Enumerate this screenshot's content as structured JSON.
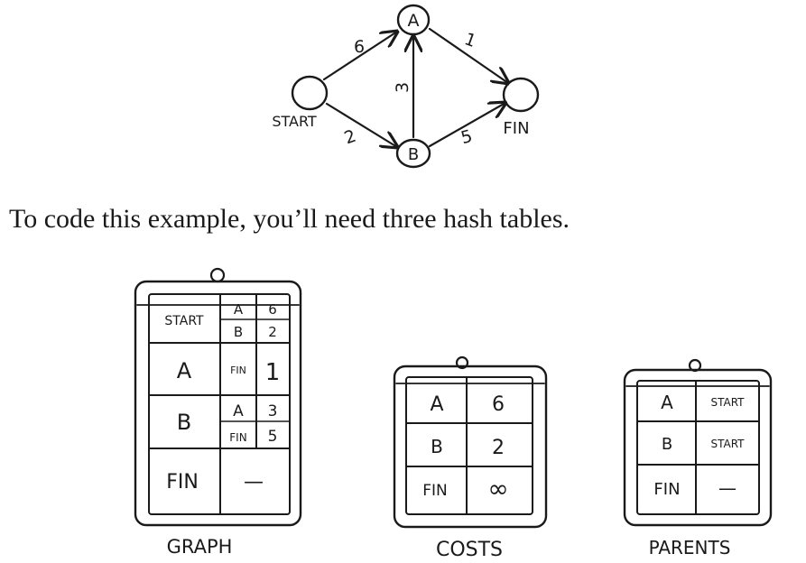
{
  "graph": {
    "nodes": {
      "start": "START",
      "a": "A",
      "b": "B",
      "fin": "FIN"
    },
    "edges": {
      "start_a": "6",
      "start_b": "2",
      "b_a": "3",
      "a_fin": "1",
      "b_fin": "5"
    }
  },
  "caption": "To code this example, you’ll need three hash tables.",
  "tables": {
    "graph": {
      "label": "GRAPH",
      "rows": [
        {
          "key": "START",
          "entries": [
            {
              "k": "A",
              "v": "6"
            },
            {
              "k": "B",
              "v": "2"
            }
          ]
        },
        {
          "key": "A",
          "entries": [
            {
              "k": "FIN",
              "v": "1"
            }
          ]
        },
        {
          "key": "B",
          "entries": [
            {
              "k": "A",
              "v": "3"
            },
            {
              "k": "FIN",
              "v": "5"
            }
          ]
        },
        {
          "key": "FIN",
          "empty": "—"
        }
      ]
    },
    "costs": {
      "label": "COSTS",
      "rows": [
        {
          "key": "A",
          "value": "6"
        },
        {
          "key": "B",
          "value": "2"
        },
        {
          "key": "FIN",
          "value": "∞"
        }
      ]
    },
    "parents": {
      "label": "PARENTS",
      "rows": [
        {
          "key": "A",
          "value": "START"
        },
        {
          "key": "B",
          "value": "START"
        },
        {
          "key": "FIN",
          "value": "—"
        }
      ]
    }
  }
}
